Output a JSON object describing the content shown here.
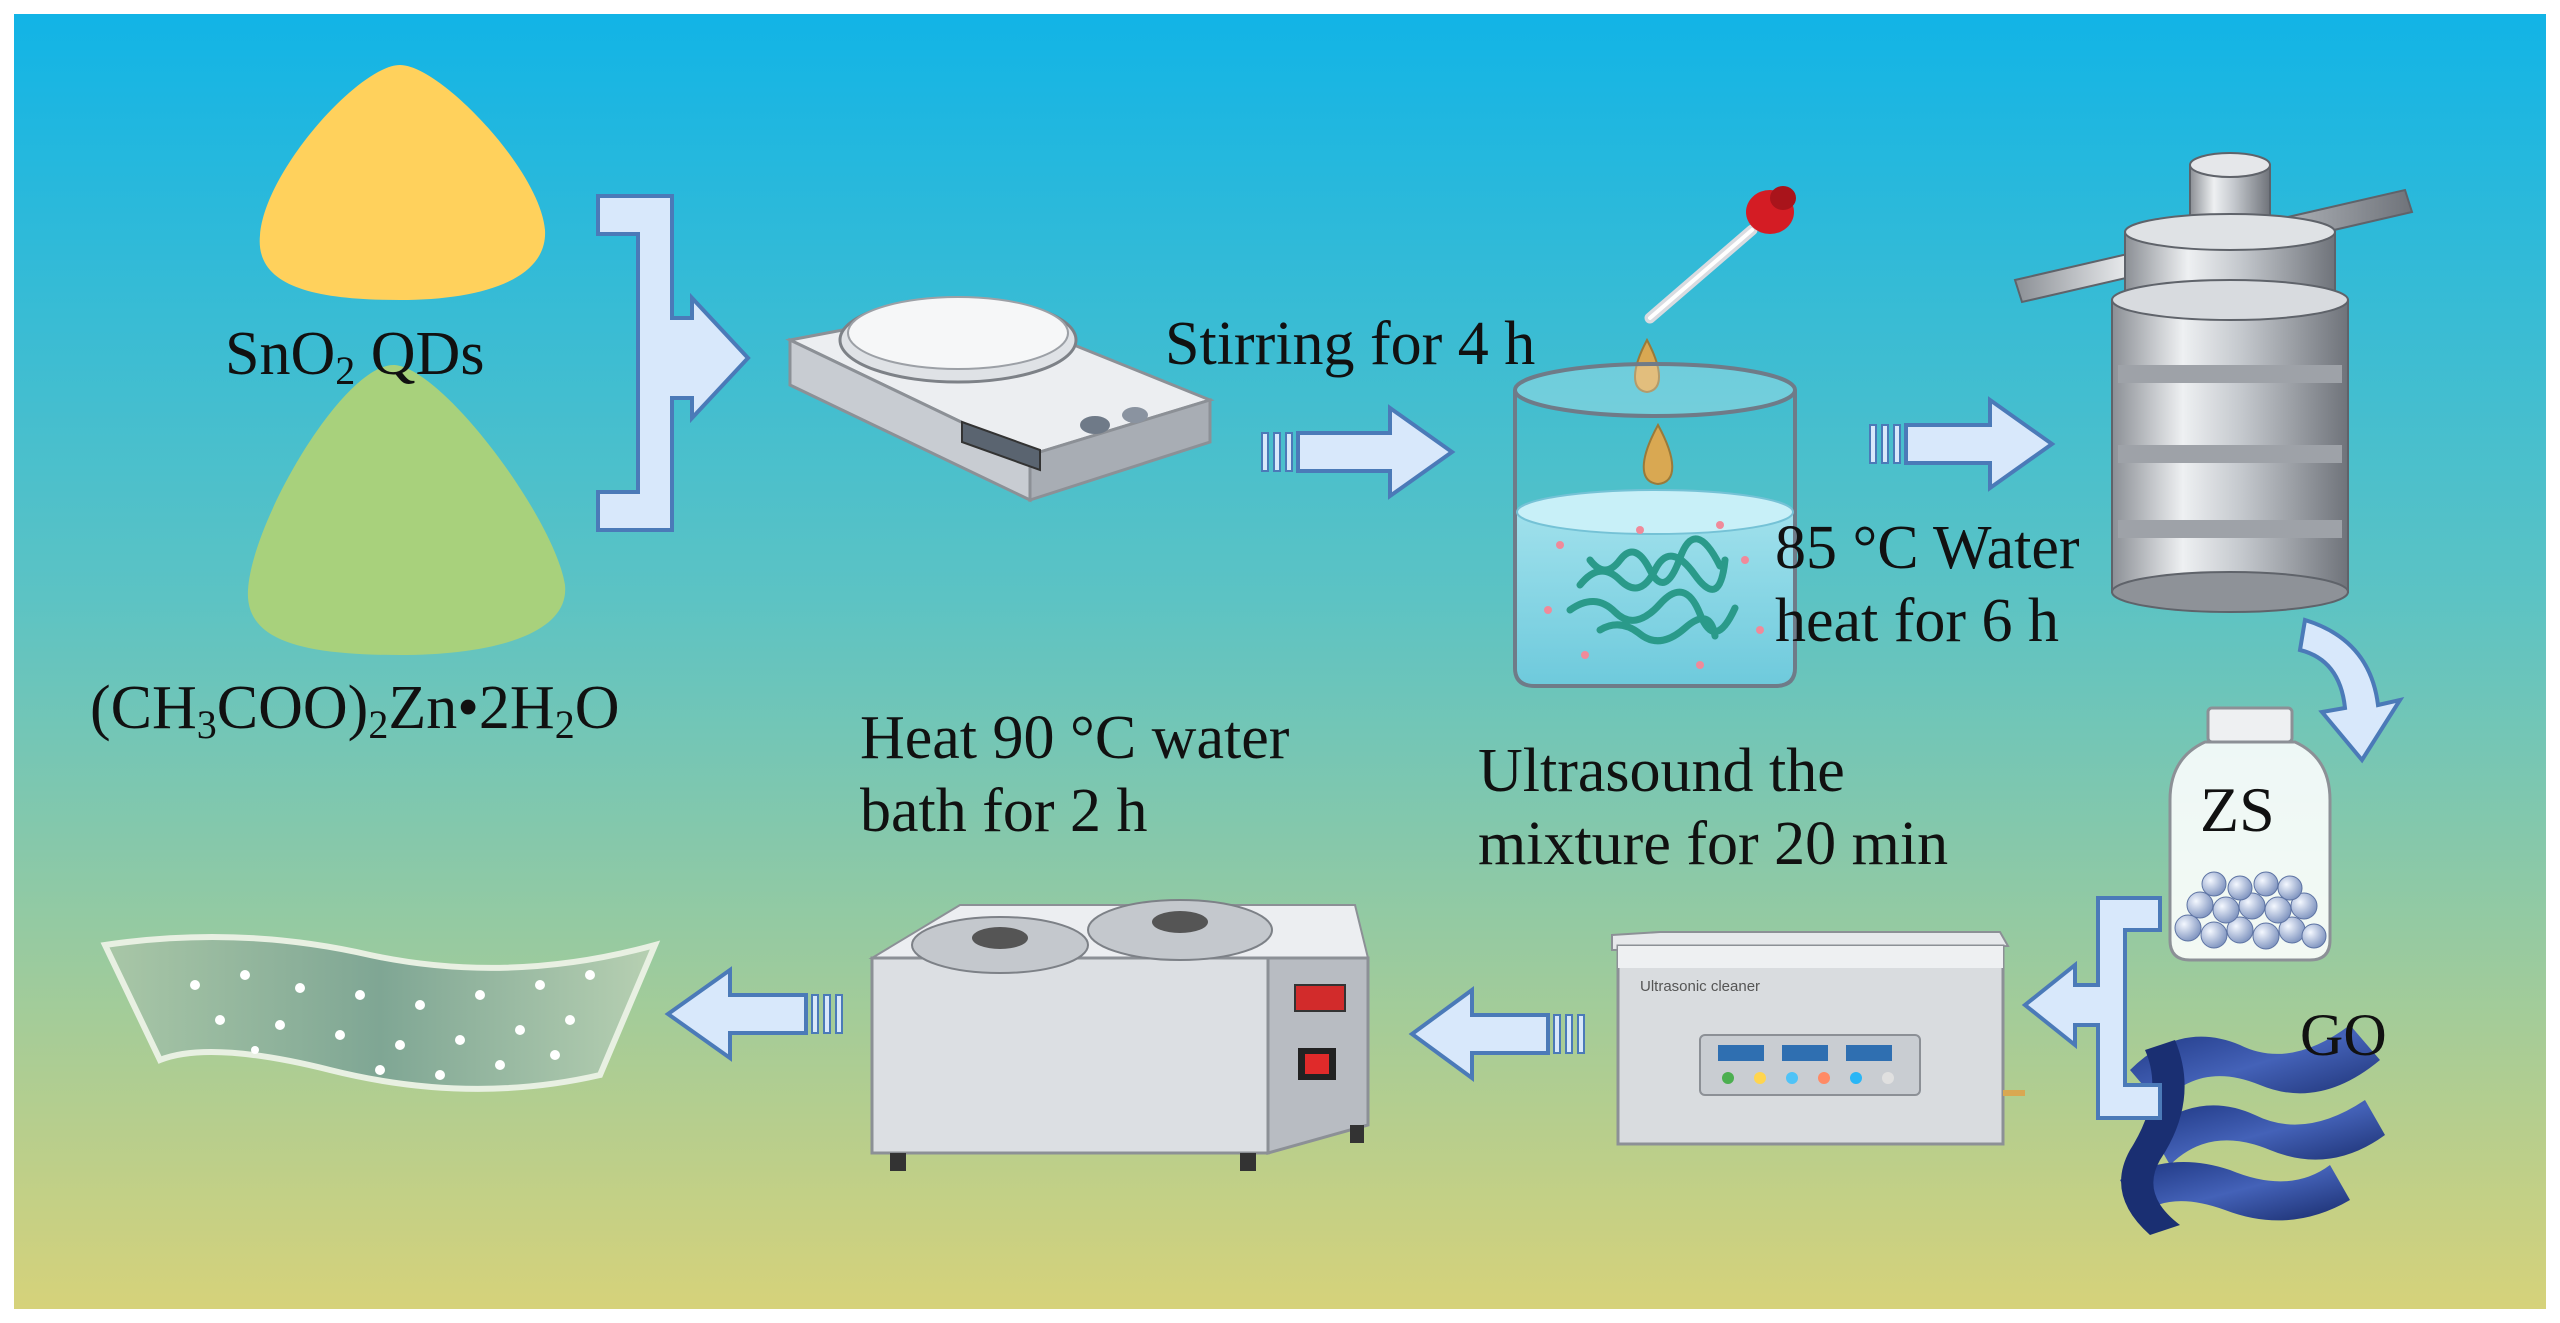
{
  "reagents": {
    "sno2": {
      "text": "SnO",
      "sub": "2",
      "suffix": " QDs",
      "color": "#ffd15c"
    },
    "zinc": {
      "p1": "(CH",
      "s1": "3",
      "p2": "COO)",
      "s2": "2",
      "p3": "Zn•2H",
      "s3": "2",
      "p4": "O",
      "color": "#a8d17c"
    }
  },
  "steps": {
    "stir": "Stirring for 4 h",
    "hydro_line1": "85 °C Water",
    "hydro_line2": "heat for 6 h",
    "ultra_line1": "Ultrasound the",
    "ultra_line2": "mixture for 20 min",
    "bath_line1": "Heat 90 °C water",
    "bath_line2": "bath for 2 h"
  },
  "labels": {
    "product_bottle": "ZS",
    "graphene_oxide": "GO",
    "cleaner_plate": "Ultrasonic cleaner"
  },
  "colors": {
    "bg_top": "#12b4e6",
    "bg_mid": "#5cc3c4",
    "bg_bottom": "#d6d27a",
    "arrow_fill": "#d8e8fb",
    "arrow_stroke": "#4b7ab8",
    "go_blue": "#243d8e"
  }
}
